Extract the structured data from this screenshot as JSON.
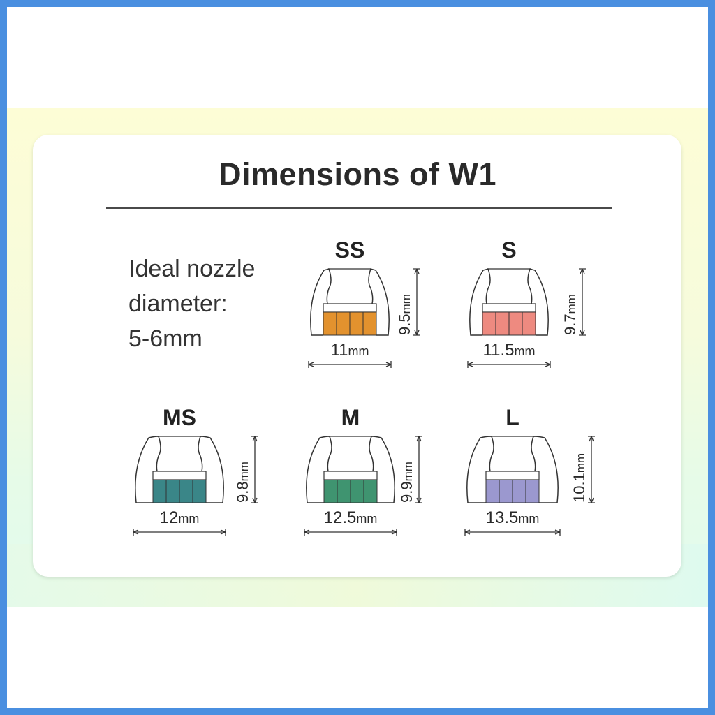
{
  "title": "Dimensions of W1",
  "nozzle_info": {
    "line1": "Ideal nozzle",
    "line2": "diameter:",
    "line3": "5-6mm"
  },
  "tips": [
    {
      "size": "SS",
      "width": "11",
      "height": "9.5",
      "unit": "mm",
      "color": "#e3922e"
    },
    {
      "size": "S",
      "width": "11.5",
      "height": "9.7",
      "unit": "mm",
      "color": "#ee8a80"
    },
    {
      "size": "MS",
      "width": "12",
      "height": "9.8",
      "unit": "mm",
      "color": "#3a8688"
    },
    {
      "size": "M",
      "width": "12.5",
      "height": "9.9",
      "unit": "mm",
      "color": "#3f9470"
    },
    {
      "size": "L",
      "width": "13.5",
      "height": "10.1",
      "unit": "mm",
      "color": "#9b98cf"
    }
  ],
  "colors": {
    "border": "#4a8fe0",
    "title": "#2a2a2a"
  }
}
